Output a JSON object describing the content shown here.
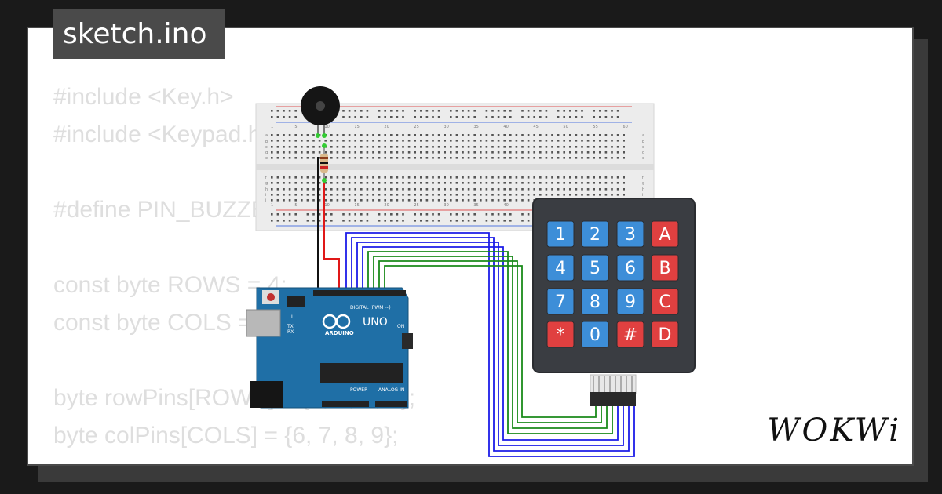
{
  "file_tab": {
    "name": "sketch.ino"
  },
  "code": {
    "lines": [
      "#include <Key.h>",
      "#include <Keypad.h>",
      "",
      "#define PIN_BUZZER 10",
      "",
      "const byte ROWS = 4;",
      "const byte COLS = 4;",
      "",
      "byte rowPins[ROWS] = {5, 4, 3, 2};",
      "byte colPins[COLS] = {6, 7, 8, 9};"
    ]
  },
  "arduino": {
    "brand": "ARDUINO",
    "model": "UNO",
    "digital_label": "DIGITAL (PWM ~)",
    "power_label": "POWER",
    "analog_label": "ANALOG IN",
    "on_label": "ON",
    "l_label": "L",
    "tx_label": "TX",
    "rx_label": "RX"
  },
  "keypad": {
    "keys": [
      {
        "label": "1",
        "type": "num"
      },
      {
        "label": "2",
        "type": "num"
      },
      {
        "label": "3",
        "type": "num"
      },
      {
        "label": "A",
        "type": "letter"
      },
      {
        "label": "4",
        "type": "num"
      },
      {
        "label": "5",
        "type": "num"
      },
      {
        "label": "6",
        "type": "num"
      },
      {
        "label": "B",
        "type": "letter"
      },
      {
        "label": "7",
        "type": "num"
      },
      {
        "label": "8",
        "type": "num"
      },
      {
        "label": "9",
        "type": "num"
      },
      {
        "label": "C",
        "type": "letter"
      },
      {
        "label": "*",
        "type": "letter"
      },
      {
        "label": "0",
        "type": "num"
      },
      {
        "label": "#",
        "type": "letter"
      },
      {
        "label": "D",
        "type": "letter"
      }
    ]
  },
  "breadboard": {
    "column_numbers": [
      "1",
      "5",
      "10",
      "15",
      "20",
      "25",
      "30",
      "35",
      "40",
      "45",
      "50",
      "55",
      "60"
    ],
    "row_letters_top": [
      "a",
      "b",
      "c",
      "d",
      "e"
    ],
    "row_letters_bottom": [
      "f",
      "g",
      "h",
      "i",
      "j"
    ]
  },
  "colors": {
    "wire_blue": "#1c1ce8",
    "wire_green": "#1a8a1a",
    "wire_red": "#e01818",
    "wire_black": "#111111",
    "arduino_blue": "#1f6fa6",
    "key_blue": "#3d8ed8",
    "key_red": "#e04040",
    "keypad_body": "#3a3d42"
  },
  "logo": {
    "text": "WOKWi"
  }
}
